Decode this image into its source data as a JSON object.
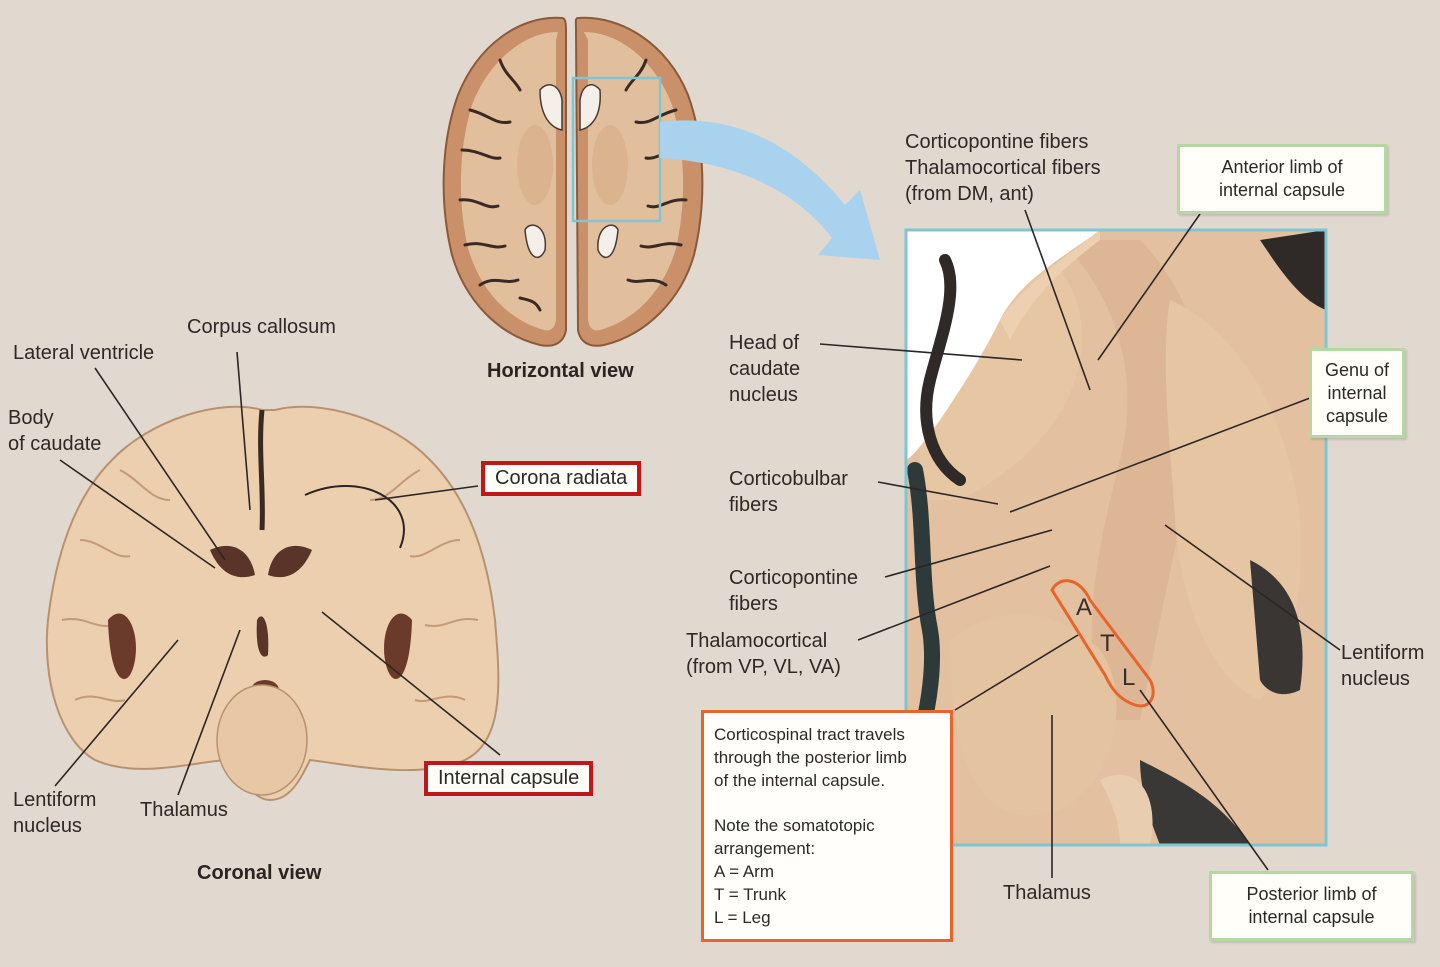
{
  "horizontal_view": {
    "caption": "Horizontal view"
  },
  "coronal_view": {
    "caption": "Coronal view",
    "labels": {
      "corpus_callosum": "Corpus callosum",
      "lateral_ventricle": "Lateral ventricle",
      "body_of_caudate": "Body\nof caudate",
      "lentiform_nucleus": "Lentiform\nnucleus",
      "thalamus": "Thalamus"
    },
    "highlighted": {
      "corona_radiata": "Corona radiata",
      "internal_capsule": "Internal capsule"
    }
  },
  "detail_view": {
    "labels": {
      "corticopontine_thalamocortical_top": "Corticopontine fibers\nThalamocortical fibers\n(from DM, ant)",
      "head_of_caudate": "Head of\ncaudate\nnucleus",
      "corticobulbar": "Corticobulbar\nfibers",
      "corticopontine": "Corticopontine\nfibers",
      "thalamocortical_vp": "Thalamocortical\n(from VP, VL, VA)",
      "lentiform_nucleus": "Lentiform\nnucleus",
      "thalamus": "Thalamus"
    },
    "boxes": {
      "anterior_limb": "Anterior limb of\ninternal capsule",
      "genu": "Genu of\ninternal\ncapsule",
      "posterior_limb": "Posterior limb of\ninternal capsule"
    },
    "somatotopy_letters": [
      "A",
      "T",
      "L"
    ],
    "note": {
      "line1": "Corticospinal tract travels\nthrough the posterior limb\nof the internal capsule.",
      "line2": "Note the somatotopic\narrangement:\nA = Arm\nT = Trunk\nL = Leg"
    }
  },
  "colors": {
    "background": "#e1d8cf",
    "tissue": "#e8c4a1",
    "highlight_box_red": "#c0171b",
    "label_box_green": "#b4d8a2",
    "note_box_orange": "#e9642b",
    "inset_frame": "#7fc6d2",
    "arrow": "#a9d2ee"
  }
}
